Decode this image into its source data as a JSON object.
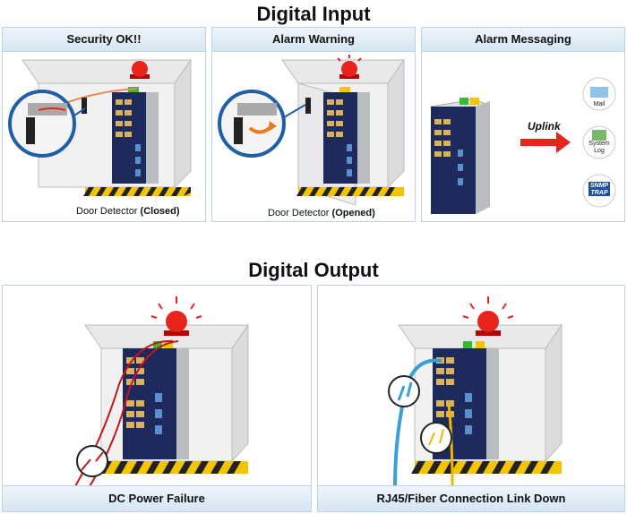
{
  "digital_input": {
    "title": "Digital Input",
    "panels": [
      {
        "title": "Security OK!!",
        "caption_prefix": "Door Detector ",
        "caption_bold": "(Closed)"
      },
      {
        "title": "Alarm Warning",
        "caption_prefix": "Door Detector ",
        "caption_bold": "(Opened)"
      },
      {
        "title": "Alarm Messaging",
        "uplink": "Uplink",
        "services": [
          {
            "icon": "mail-icon",
            "label": "Mail"
          },
          {
            "icon": "system-log-icon",
            "label_line1": "System",
            "label_line2": "Log"
          },
          {
            "icon": "snmp-trap-icon",
            "label_line1": "SNMP",
            "label_line2": "TRAP"
          }
        ]
      }
    ]
  },
  "digital_output": {
    "title": "Digital Output",
    "panels": [
      {
        "title": "DC Power Failure"
      },
      {
        "title": "RJ45/Fiber Connection Link Down"
      }
    ]
  },
  "colors": {
    "header_bg": "#d5e5f2",
    "alarm_red": "#e8241c",
    "switch_navy": "#1f2a5c",
    "hazard_yellow": "#f2c500"
  }
}
